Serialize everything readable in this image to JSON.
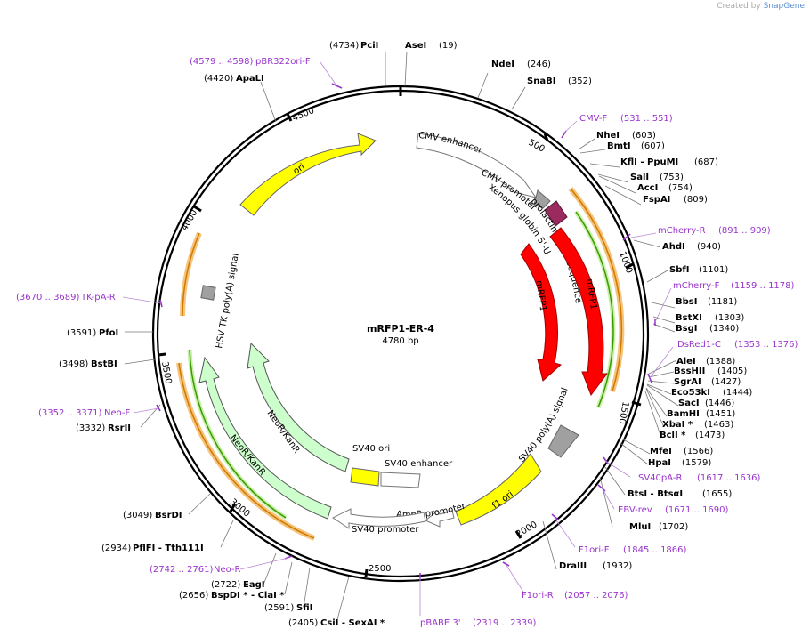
{
  "credit": {
    "prefix": "Created by",
    "brand": "SnapGene"
  },
  "plasmid": {
    "name": "mRFP1-ER-4",
    "size": "4780 bp"
  },
  "ticks": [
    "500",
    "1000",
    "1500",
    "2000",
    "2500",
    "3000",
    "3500",
    "4000",
    "4500"
  ],
  "sites": [
    {
      "pos": "(4734)",
      "name": "PciI",
      "side": "L"
    },
    {
      "pos": "(19)",
      "name": "AseI",
      "side": "R"
    },
    {
      "pos": "(246)",
      "name": "NdeI",
      "side": "R"
    },
    {
      "pos": "(352)",
      "name": "SnaBI",
      "side": "R"
    },
    {
      "pos": "(603)",
      "name": "NheI",
      "side": "R"
    },
    {
      "pos": "(607)",
      "name": "BmtI",
      "side": "R"
    },
    {
      "pos": "(687)",
      "name": "KflI - PpuMI",
      "side": "R"
    },
    {
      "pos": "(753)",
      "name": "SalI",
      "side": "R"
    },
    {
      "pos": "(754)",
      "name": "AccI",
      "side": "R"
    },
    {
      "pos": "(809)",
      "name": "FspAI",
      "side": "R"
    },
    {
      "pos": "(940)",
      "name": "AhdI",
      "side": "R"
    },
    {
      "pos": "(1101)",
      "name": "SbfI",
      "side": "R"
    },
    {
      "pos": "(1181)",
      "name": "BbsI",
      "side": "R"
    },
    {
      "pos": "(1303)",
      "name": "BstXI",
      "side": "R"
    },
    {
      "pos": "(1340)",
      "name": "BsgI",
      "side": "R"
    },
    {
      "pos": "(1388)",
      "name": "AleI",
      "side": "R"
    },
    {
      "pos": "(1405)",
      "name": "BssHII",
      "side": "R"
    },
    {
      "pos": "(1427)",
      "name": "SgrAI",
      "side": "R"
    },
    {
      "pos": "(1444)",
      "name": "Eco53kI",
      "side": "R"
    },
    {
      "pos": "(1446)",
      "name": "SacI",
      "side": "R"
    },
    {
      "pos": "(1451)",
      "name": "BamHI",
      "side": "R"
    },
    {
      "pos": "(1463)",
      "name": "XbaI *",
      "side": "R"
    },
    {
      "pos": "(1473)",
      "name": "BclI *",
      "side": "R"
    },
    {
      "pos": "(1566)",
      "name": "MfeI",
      "side": "R"
    },
    {
      "pos": "(1579)",
      "name": "HpaI",
      "side": "R"
    },
    {
      "pos": "(1655)",
      "name": "BtsI - BtsαI",
      "side": "R"
    },
    {
      "pos": "(1702)",
      "name": "MluI",
      "side": "R"
    },
    {
      "pos": "(1932)",
      "name": "DraIII",
      "side": "R"
    },
    {
      "pos": "(2405)",
      "name": "CsiI - SexAI *",
      "side": "L"
    },
    {
      "pos": "(2591)",
      "name": "SfiI",
      "side": "L"
    },
    {
      "pos": "(2656)",
      "name": "BspDI * - ClaI *",
      "side": "L"
    },
    {
      "pos": "(2722)",
      "name": "EagI",
      "side": "L"
    },
    {
      "pos": "(2934)",
      "name": "PflFI - Tth111I",
      "side": "L"
    },
    {
      "pos": "(3049)",
      "name": "BsrDI",
      "side": "L"
    },
    {
      "pos": "(3332)",
      "name": "RsrII",
      "side": "L"
    },
    {
      "pos": "(3498)",
      "name": "BstBI",
      "side": "L"
    },
    {
      "pos": "(3591)",
      "name": "PfoI",
      "side": "L"
    },
    {
      "pos": "(4420)",
      "name": "ApaLI",
      "side": "L"
    }
  ],
  "primers": [
    {
      "name": "pBR322ori-F",
      "range": "(4579 .. 4598)"
    },
    {
      "name": "CMV-F",
      "range": "(531 .. 551)"
    },
    {
      "name": "mCherry-R",
      "range": "(891 .. 909)"
    },
    {
      "name": "mCherry-F",
      "range": "(1159 .. 1178)"
    },
    {
      "name": "DsRed1-C",
      "range": "(1353 .. 1376)"
    },
    {
      "name": "SV40pA-R",
      "range": "(1617 .. 1636)"
    },
    {
      "name": "EBV-rev",
      "range": "(1671 .. 1690)"
    },
    {
      "name": "F1ori-F",
      "range": "(1845 .. 1866)"
    },
    {
      "name": "F1ori-R",
      "range": "(2057 .. 2076)"
    },
    {
      "name": "pBABE 3'",
      "range": "(2319 .. 2339)"
    },
    {
      "name": "Neo-R",
      "range": "(2742 .. 2761)"
    },
    {
      "name": "Neo-F",
      "range": "(3352 .. 3371)"
    },
    {
      "name": "TK-pA-R",
      "range": "(3670 .. 3689)"
    }
  ],
  "features": {
    "cmv_enhancer": "CMV enhancer",
    "cmv_promoter": "CMV promoter",
    "prolactin": "prolactin signal sequence",
    "xenopus": "Xenopus globin 5'-UTR",
    "mrfp1_inner": "mRFP1",
    "mrfp1_outer": "mRFP1",
    "sv40_polya": "SV40 poly(A) signal",
    "f1_ori": "f1 ori",
    "ampr_promoter": "AmpR promoter",
    "sv40_promoter": "SV40 promoter",
    "sv40_ori": "SV40 ori",
    "sv40_enhancer": "SV40 enhancer",
    "neor_inner": "NeoR/KanR",
    "neor_outer": "NeoR/KanR",
    "hsv_tk": "HSV TK poly(A) signal",
    "ori": "ori"
  },
  "colors": {
    "primer": "#9933cc",
    "red_feature": "#ff0000",
    "yellow_feature": "#ffff00",
    "green_feature": "#ccffcc",
    "backbone": "#000000"
  }
}
